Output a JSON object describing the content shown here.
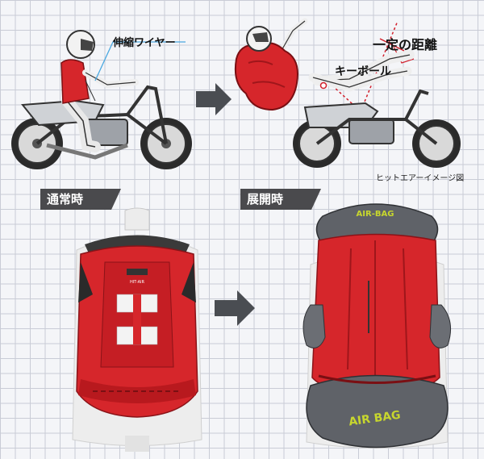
{
  "labels": {
    "wire": "伸縮ワイヤー",
    "distance": "一定の距離",
    "keyball": "キーボール",
    "hit_caption": "ヒットエアーイメージ図",
    "normal": "通常時",
    "deployed": "展開時",
    "vest_brand": "HIT-AIR",
    "bag_text_top": "AIR-BAG",
    "bag_text_bottom": "AIR BAG"
  },
  "colors": {
    "vest_red": "#d6262b",
    "vest_dark": "#9f161b",
    "bag_gray": "#5f6268",
    "bag_text": "#c7d62e",
    "arrow": "#4a4d52",
    "guide_red": "#d21e2a",
    "guide_blue": "#4aa8e0"
  }
}
